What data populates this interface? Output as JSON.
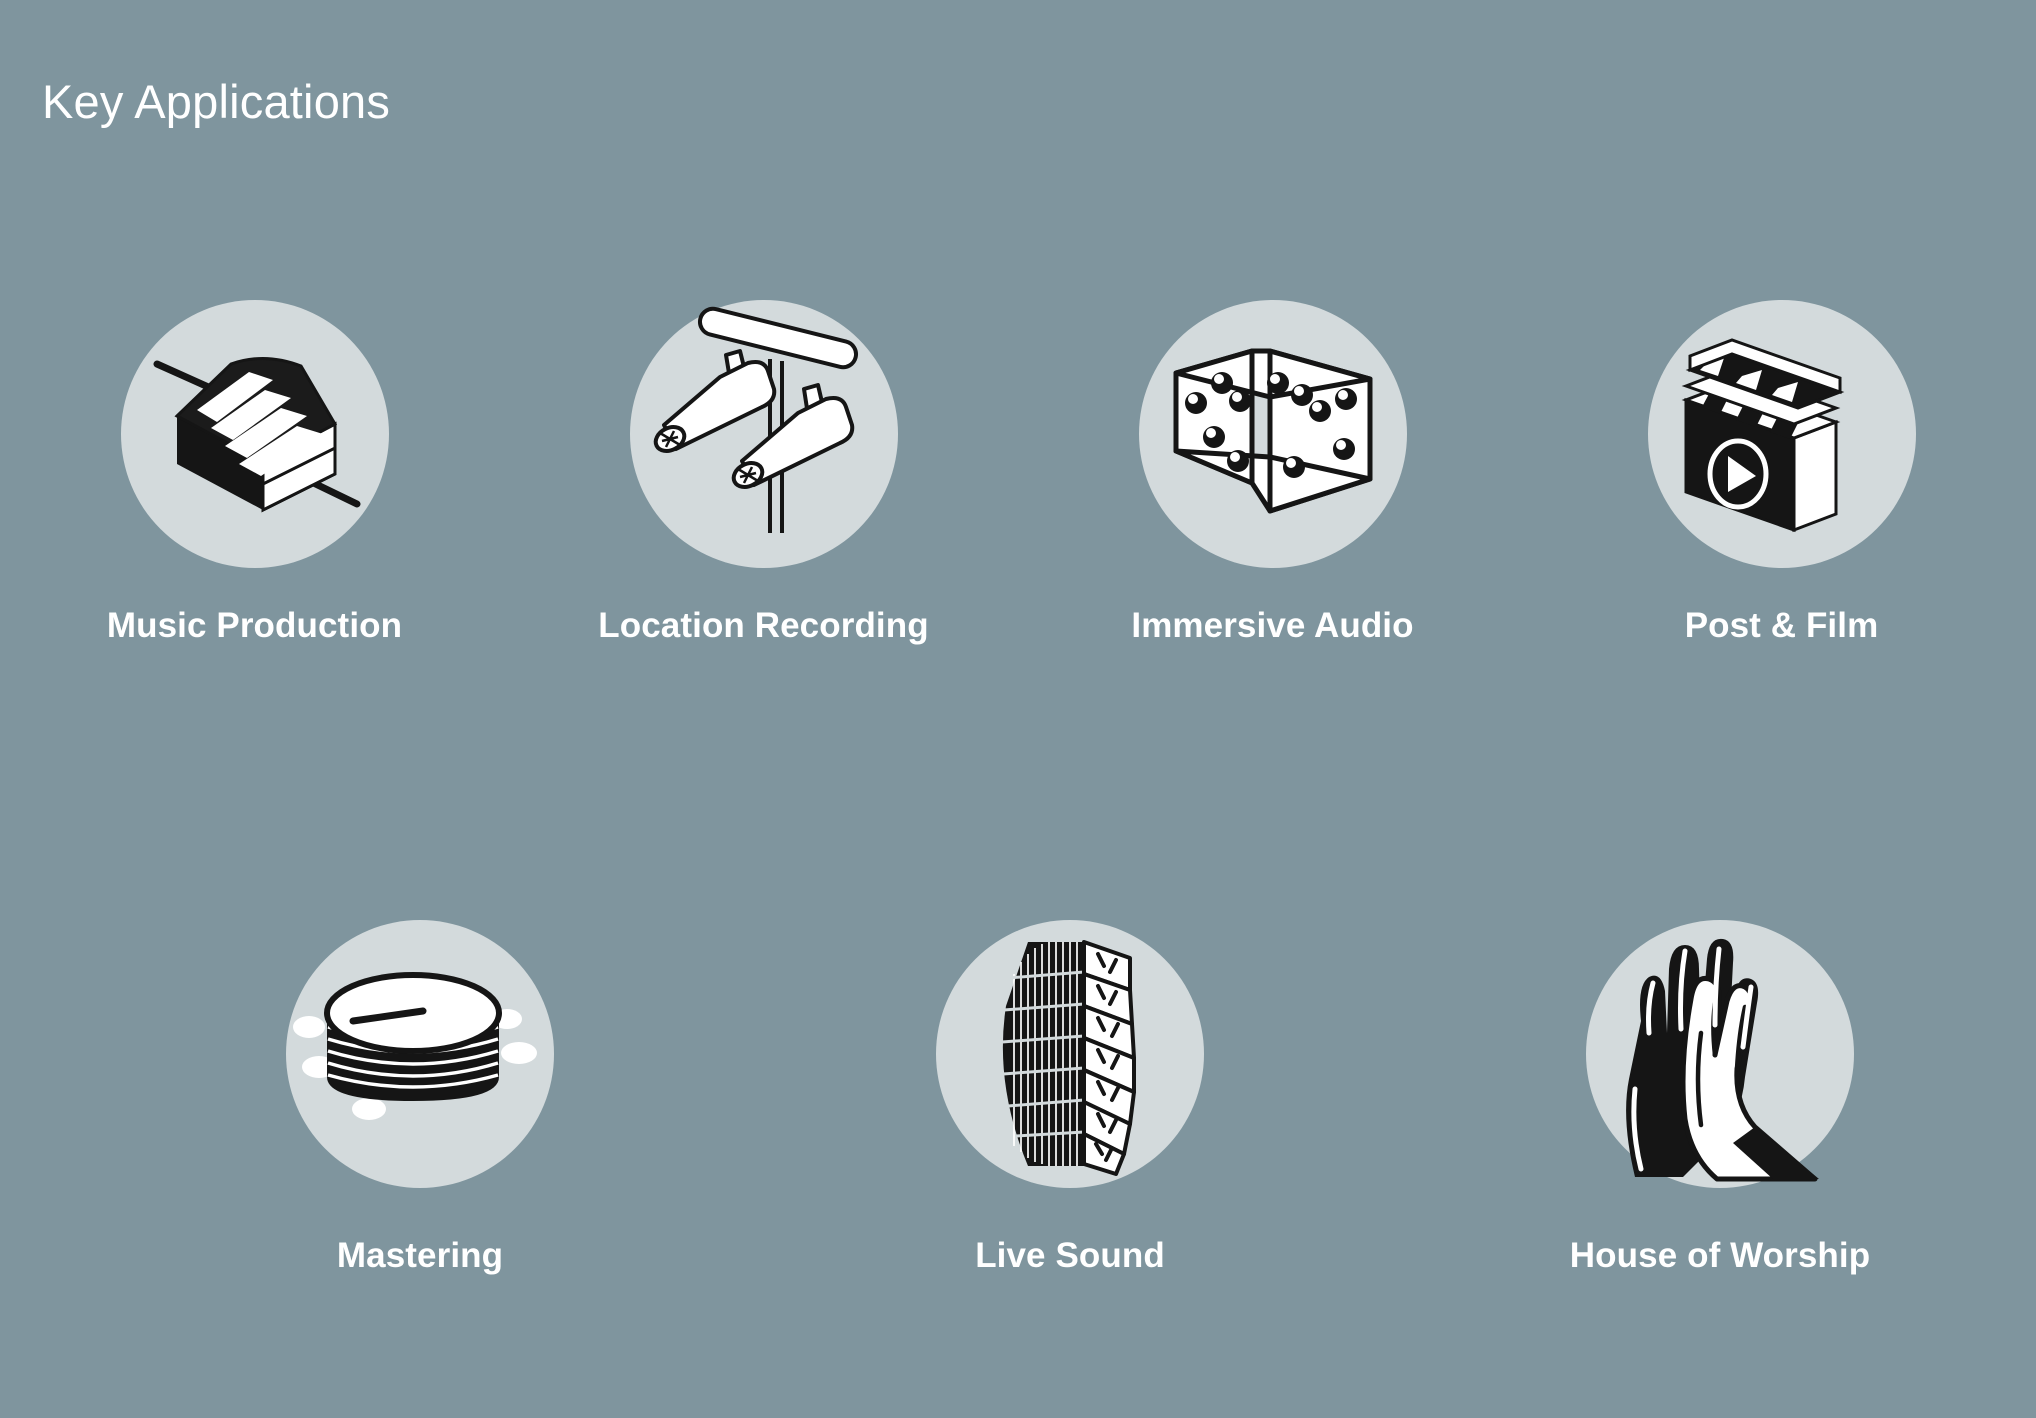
{
  "page": {
    "title": "Key Applications",
    "background_color": "#7f959e",
    "circle_color": "#d3dadc",
    "text_color": "#ffffff",
    "ink_color": "#151515"
  },
  "rows": [
    {
      "items": [
        {
          "label": "Music Production",
          "icon": "mixing-console-icon"
        },
        {
          "label": "Location Recording",
          "icon": "stereo-microphone-pair-icon"
        },
        {
          "label": "Immersive Audio",
          "icon": "speaker-cube-room-icon"
        },
        {
          "label": "Post & Film",
          "icon": "clapperboard-icon"
        }
      ]
    },
    {
      "items": [
        {
          "label": "Mastering",
          "icon": "disc-stack-icon"
        },
        {
          "label": "Live Sound",
          "icon": "line-array-speaker-icon"
        },
        {
          "label": "House of Worship",
          "icon": "praying-hands-icon"
        }
      ]
    }
  ]
}
